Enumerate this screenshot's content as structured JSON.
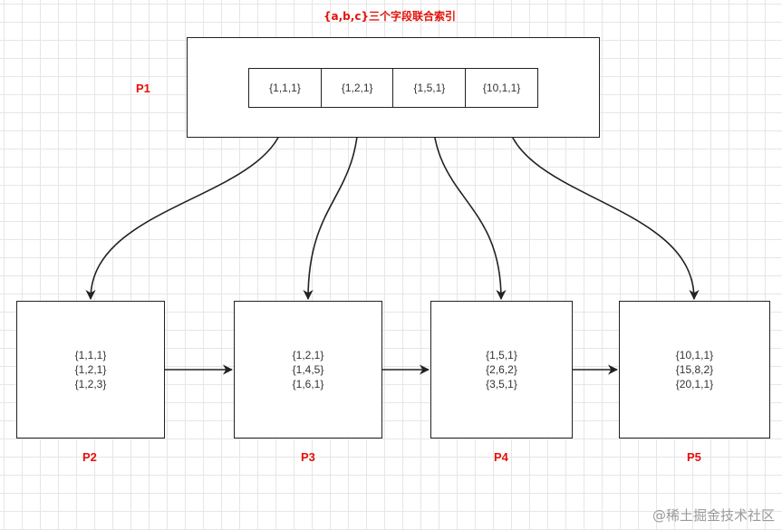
{
  "title": "{a,b,c}三个字段联合索引",
  "root": {
    "label": "P1",
    "keys": [
      "{1,1,1}",
      "{1,2,1}",
      "{1,5,1}",
      "{10,1,1}"
    ]
  },
  "leaves": [
    {
      "label": "P2",
      "rows": [
        "{1,1,1}",
        "{1,2,1}",
        "{1,2,3}"
      ]
    },
    {
      "label": "P3",
      "rows": [
        "{1,2,1}",
        "{1,4,5}",
        "{1,6,1}"
      ]
    },
    {
      "label": "P4",
      "rows": [
        "{1,5,1}",
        "{2,6,2}",
        "{3,5,1}"
      ]
    },
    {
      "label": "P5",
      "rows": [
        "{10,1,1}",
        "{15,8,2}",
        "{20,1,1}"
      ]
    }
  ],
  "watermark": "@稀土掘金技术社区",
  "colors": {
    "label": "#e3120b",
    "stroke": "#222222"
  }
}
